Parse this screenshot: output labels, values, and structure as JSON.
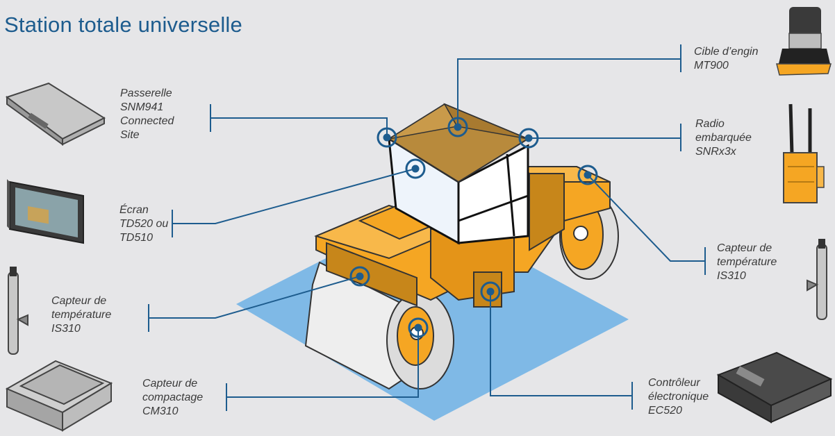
{
  "title": "Station totale universelle",
  "labels": {
    "gateway": [
      "Passerelle",
      "SNM941",
      "Connected",
      "Site"
    ],
    "display": [
      "Écran",
      "TD520 ou",
      "TD510"
    ],
    "temp_left": [
      "Capteur de",
      "température",
      "IS310"
    ],
    "compaction": [
      "Capteur de",
      "compactage",
      "CM310"
    ],
    "target": [
      "Cible d’engin",
      "MT900"
    ],
    "radio": [
      "Radio",
      "embarquée",
      "SNRx3x"
    ],
    "temp_right": [
      "Capteur de",
      "température",
      "IS310"
    ],
    "controller": [
      "Contrôleur",
      "électronique",
      "EC520"
    ]
  },
  "colors": {
    "background": "#e6e6e8",
    "title": "#1d5c8e",
    "callout_line": "#1d5c8e",
    "ground": "#7fb9e6",
    "machine_yellow": "#f5a623",
    "machine_dark": "#c7861a",
    "roof": "#b88a3c",
    "glass": "#ffffff"
  },
  "icons": [
    "gateway-device-icon",
    "tablet-display-icon",
    "temperature-sensor-icon",
    "compaction-sensor-icon",
    "machine-target-icon",
    "antenna-radio-icon",
    "electronic-controller-icon"
  ]
}
